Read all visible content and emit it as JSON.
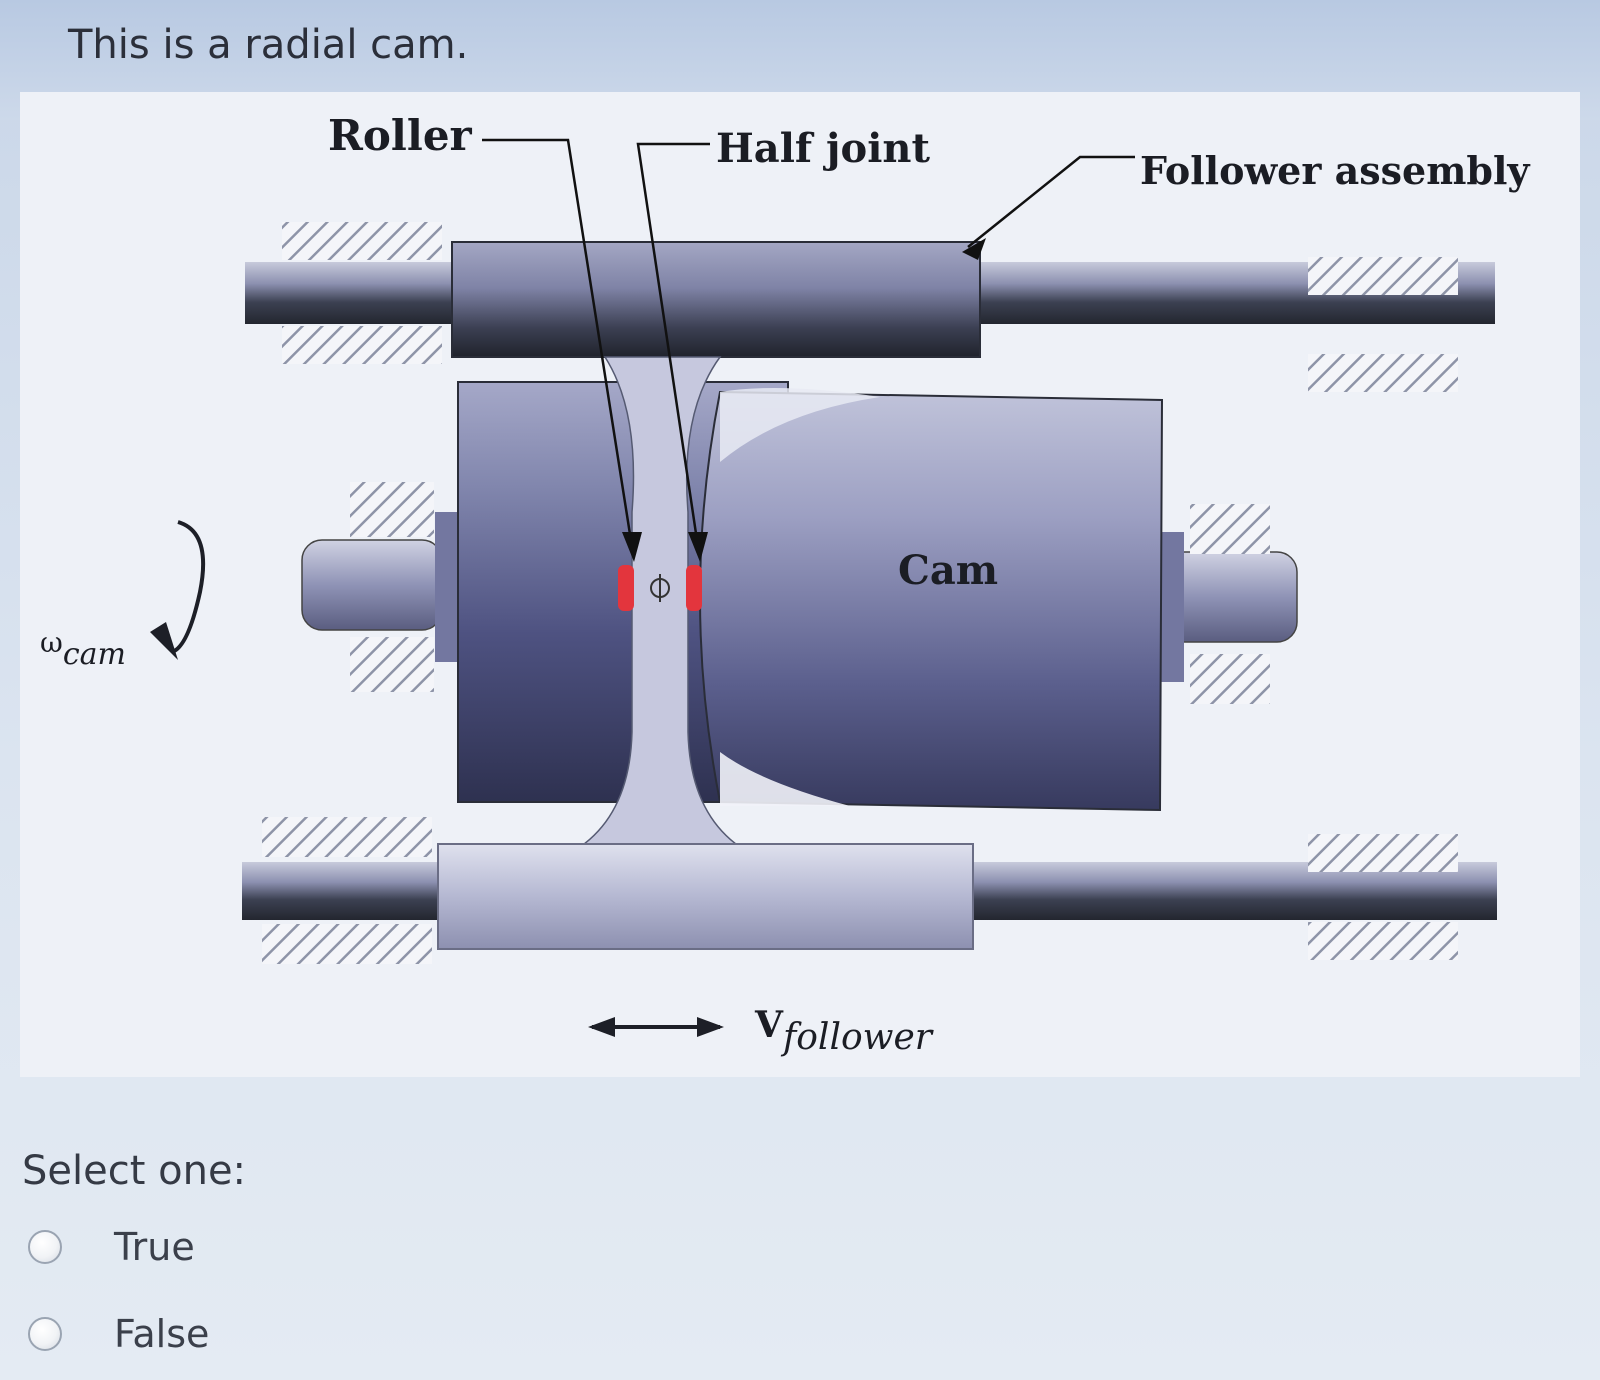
{
  "question": {
    "text": "This is a radial cam."
  },
  "figure": {
    "labels": {
      "roller": "Roller",
      "half_joint": "Half joint",
      "follower_assembly": "Follower assembly",
      "cam": "Cam",
      "omega_symbol": "ω",
      "omega_sub": "cam",
      "v_symbol": "V",
      "v_sub": "follower"
    }
  },
  "answer": {
    "prompt": "Select one:",
    "options": [
      {
        "label": "True"
      },
      {
        "label": "False"
      }
    ]
  },
  "colors": {
    "shaft_dark": "#2f3442",
    "shaft_mid": "#7b7fa3",
    "cam_body": "#6c6f9c",
    "follower": "#c9cbe0",
    "contact_red": "#e3353d",
    "hatch": "#9aa0b3"
  }
}
